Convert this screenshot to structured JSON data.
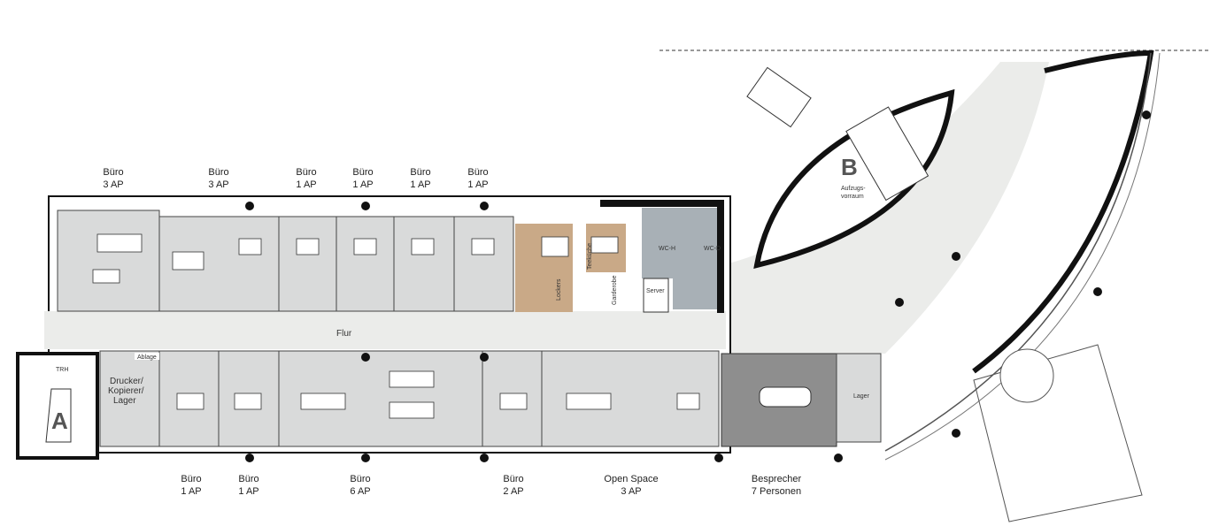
{
  "rooms_top": [
    {
      "name": "Büro",
      "capacity": "3 AP"
    },
    {
      "name": "Büro",
      "capacity": "3 AP"
    },
    {
      "name": "Büro",
      "capacity": "1 AP"
    },
    {
      "name": "Büro",
      "capacity": "1 AP"
    },
    {
      "name": "Büro",
      "capacity": "1 AP"
    },
    {
      "name": "Büro",
      "capacity": "1 AP"
    }
  ],
  "rooms_bottom": [
    {
      "name": "Büro",
      "capacity": "1 AP"
    },
    {
      "name": "Büro",
      "capacity": "1 AP"
    },
    {
      "name": "Büro",
      "capacity": "6 AP"
    },
    {
      "name": "Büro",
      "capacity": "2 AP"
    },
    {
      "name": "Open Space",
      "capacity": "3 AP"
    },
    {
      "name": "Besprecher",
      "capacity": "7 Personen"
    }
  ],
  "inner_labels": {
    "corridor": "Flur",
    "kitchen": "Teeküche",
    "lockers": "Lockers",
    "wardrobe": "Garderobe",
    "wc_men": "WC-H",
    "wc_women": "WC-D",
    "server": "Server",
    "lobby": "Aufzugs-",
    "lobby2": "vorraum",
    "stair_a": "A",
    "stair_b": "B",
    "trh": "TRH",
    "printer1": "Drucker/",
    "printer2": "Kopierer/",
    "printer3": "Lager",
    "shelf": "Ablage",
    "storage": "Lager"
  },
  "colors": {
    "room": "#d9dada",
    "meeting": "#8e8e8e",
    "kitchen": "#c9a987",
    "wc": "#a8b0b6",
    "corridor": "#ebecea"
  }
}
